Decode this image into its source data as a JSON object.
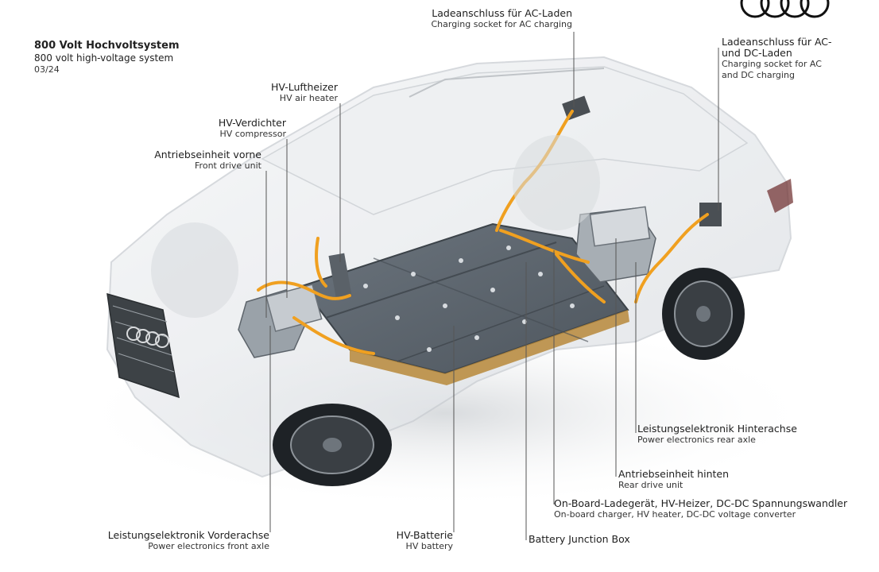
{
  "header": {
    "title_de": "800 Volt Hochvoltsystem",
    "title_en": "800 volt high-voltage system",
    "date": "03/24"
  },
  "brand": {
    "logo": "audi-rings-logo",
    "color": "#111111"
  },
  "colors": {
    "hv_cable": "#f0a020",
    "battery": "#5d6670",
    "body_glass": "#e9ecef",
    "leader": "#555555"
  },
  "labels": [
    {
      "id": "ac-socket",
      "de": "Ladeanschluss für AC-Laden",
      "en": "Charging socket for AC charging"
    },
    {
      "id": "acdc-socket",
      "de": "Ladeanschluss für AC- und DC-Laden",
      "de_line1": "Ladeanschluss für AC-",
      "de_line2": "und DC-Laden",
      "en_line1": "Charging socket for AC",
      "en_line2": "and DC charging"
    },
    {
      "id": "air-heater",
      "de": "HV-Luftheizer",
      "en": "HV air heater"
    },
    {
      "id": "compressor",
      "de": "HV-Verdichter",
      "en": "HV compressor"
    },
    {
      "id": "front-drive",
      "de": "Antriebseinheit vorne",
      "en": "Front drive unit"
    },
    {
      "id": "pe-rear",
      "de": "Leistungselektronik Hinterachse",
      "en": "Power electronics rear axle"
    },
    {
      "id": "rear-drive",
      "de": "Antriebseinheit hinten",
      "en": "Rear drive unit"
    },
    {
      "id": "obc",
      "de": "On-Board-Ladegerät, HV-Heizer, DC-DC Spannungswandler",
      "en": "On-board charger, HV heater, DC-DC voltage converter"
    },
    {
      "id": "pe-front",
      "de": "Leistungselektronik Vorderachse",
      "en": "Power electronics front axle"
    },
    {
      "id": "battery",
      "de": "HV-Batterie",
      "en": "HV battery"
    },
    {
      "id": "bjb",
      "de": "Battery Junction Box",
      "en": ""
    }
  ]
}
